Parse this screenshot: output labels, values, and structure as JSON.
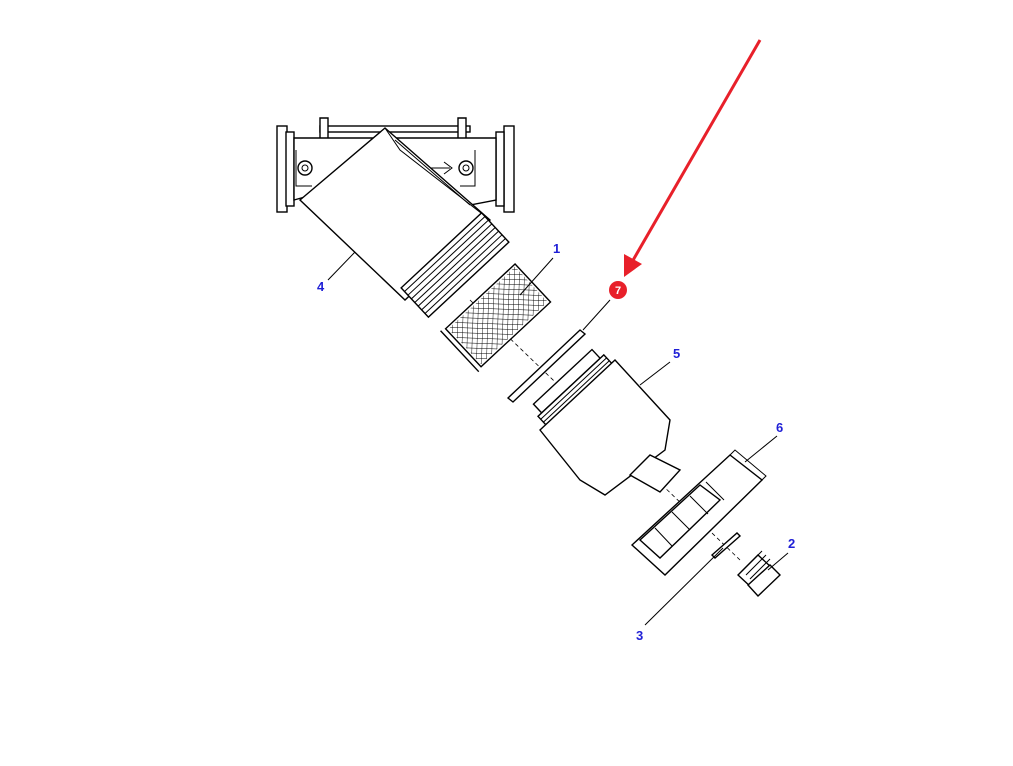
{
  "callouts": {
    "c1": "1",
    "c2": "2",
    "c3": "3",
    "c4": "4",
    "c5": "5",
    "c6": "6"
  },
  "highlight": {
    "label": "7",
    "color": "#e8202a",
    "arrow_color": "#e8202a"
  },
  "callout_color": "#1f1fd6"
}
